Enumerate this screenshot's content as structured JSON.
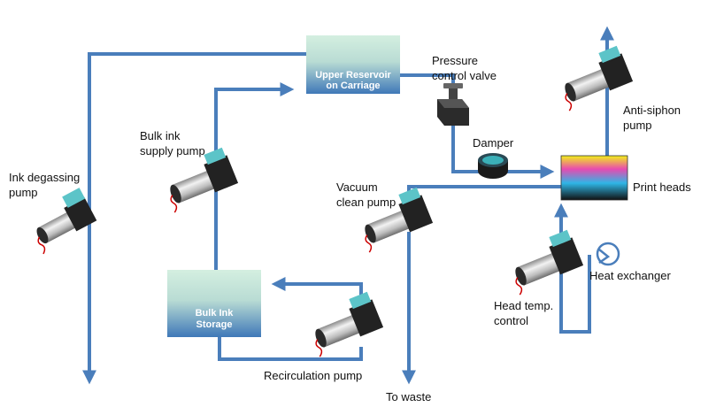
{
  "labels": {
    "ink_degassing_pump": "Ink degassing\npump",
    "bulk_ink_supply_pump": "Bulk ink\nsupply pump",
    "pressure_control_valve": "Pressure\ncontrol valve",
    "damper": "Damper",
    "vacuum_clean_pump": "Vacuum\nclean pump",
    "print_heads": "Print heads",
    "anti_siphon_pump": "Anti-siphon\npump",
    "heat_exchanger": "Heat exchanger",
    "head_temp_control": "Head temp.\ncontrol",
    "recirculation_pump": "Recirculation pump",
    "to_waste": "To waste"
  },
  "boxes": {
    "upper_reservoir_line1": "Upper Reservoir",
    "upper_reservoir_line2": "on Carriage",
    "bulk_ink_line1": "Bulk Ink",
    "bulk_ink_line2": "Storage"
  },
  "colors": {
    "pipe": "#4a7ebb",
    "box_top": "#cfeadc",
    "box_bottom": "#3f78b8",
    "pump_head": "#5cc4c8",
    "pump_body": "#222222",
    "motor_silver": "#c9c9c9"
  }
}
